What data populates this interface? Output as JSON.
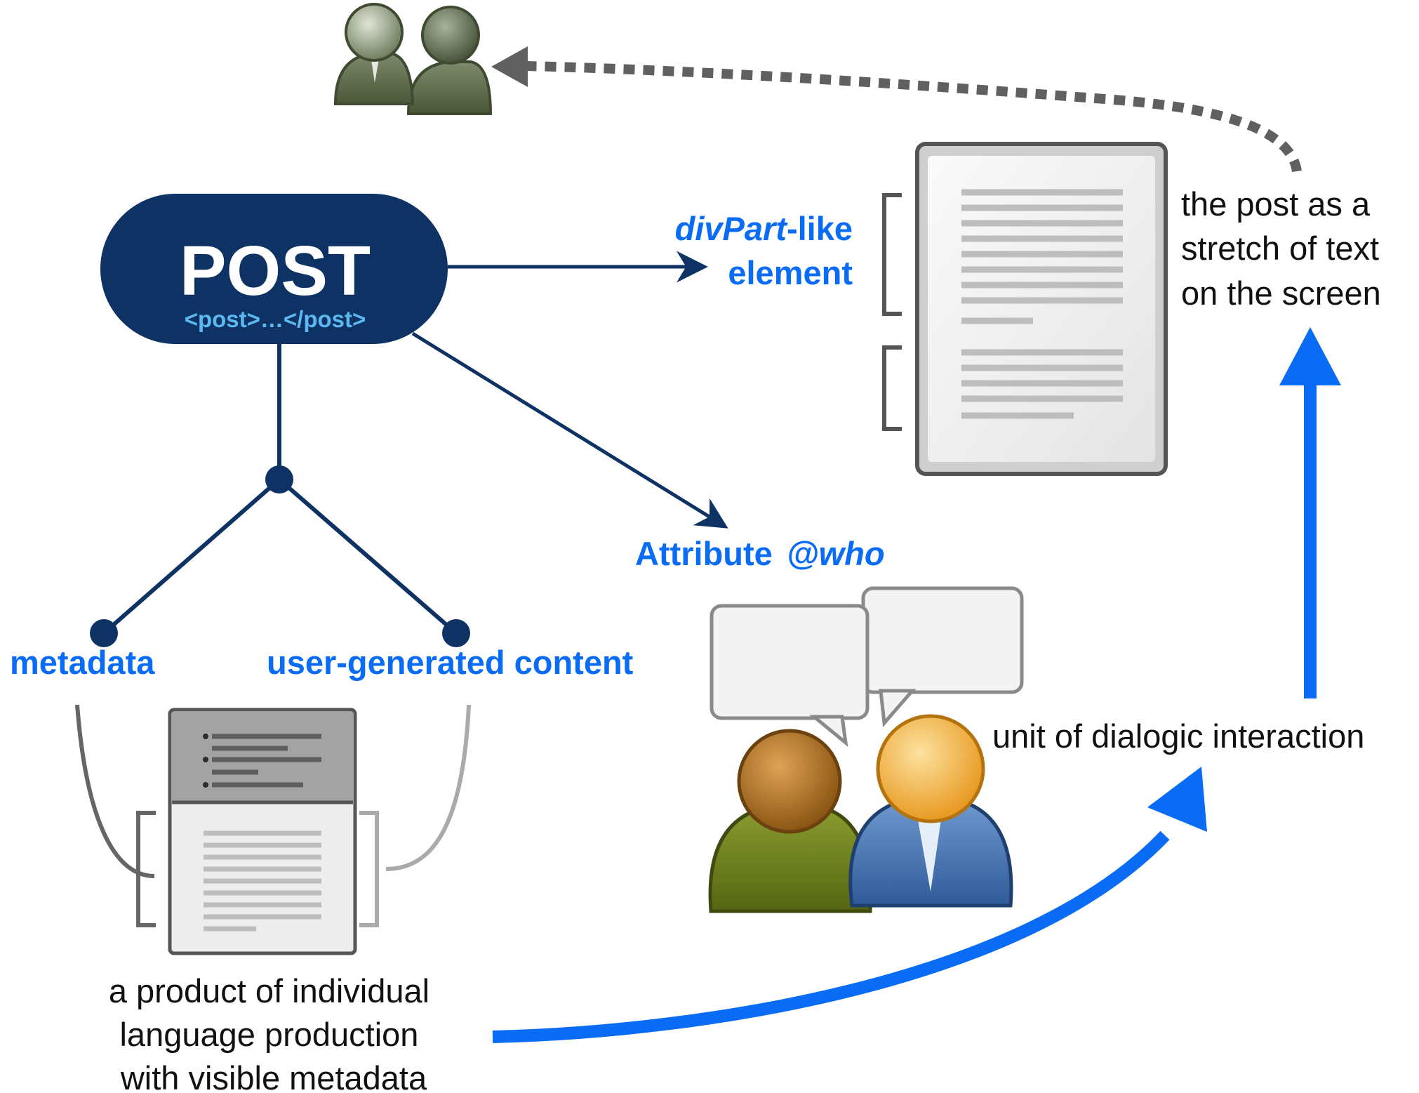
{
  "post_node": {
    "title": "POST",
    "tag": "<post>…</post>",
    "color": "#0d3263"
  },
  "labels": {
    "divpart_italic": "divPart",
    "divpart_rest": "-like",
    "element": "element",
    "attribute_word": "Attribute",
    "attribute_who": "@who",
    "metadata": "metadata",
    "ugc": "user-generated content",
    "screen_text": [
      "the post as a",
      "stretch of text",
      "on the screen"
    ],
    "dialogic": "unit of dialogic interaction",
    "product": [
      "a product of individual",
      "language production",
      "with visible metadata"
    ]
  },
  "colors": {
    "accent_blue": "#0a6cf5",
    "navy": "#0d3263",
    "dotted_arrow": "#606060",
    "light_blue_tag": "#5bb8f0"
  },
  "icons": {
    "users_group": "users-group-icon",
    "document": "document-icon",
    "post_document": "post-document-icon",
    "chat_users": "chat-users-icon"
  }
}
